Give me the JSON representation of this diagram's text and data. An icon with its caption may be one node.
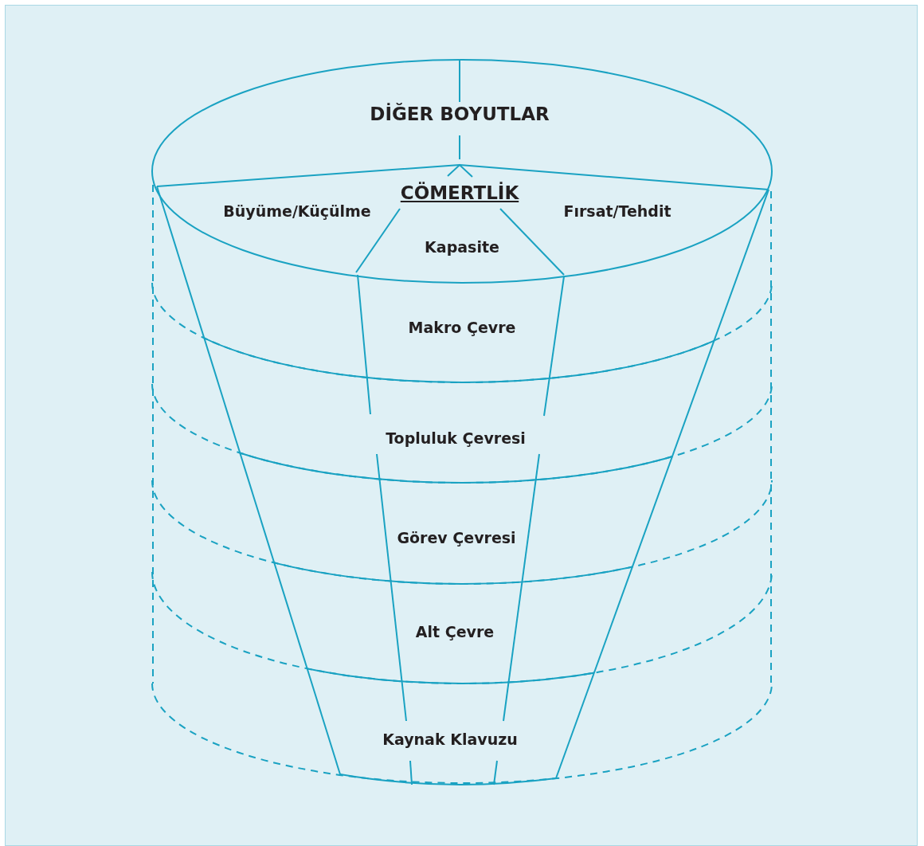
{
  "diagram": {
    "labels": [
      "DİĞER BOYUTLAR",
      "CÖMERTLİK",
      "Büyüme/Küçülme",
      "Fırsat/Tehdit",
      "Kapasite",
      "Makro Çevre",
      "Topluluk Çevresi",
      "Görev Çevresi",
      "Alt Çevre",
      "Kaynak Klavuzu"
    ]
  }
}
